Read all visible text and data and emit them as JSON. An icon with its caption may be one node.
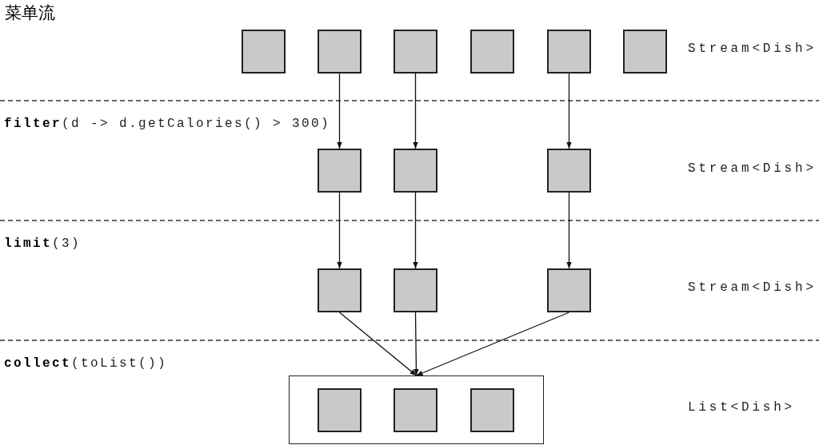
{
  "diagram": {
    "title": "菜单流",
    "nodes": [
      {
        "text": [],
        "shape": "box"
      },
      {
        "text": [],
        "shape": "box"
      },
      {
        "text": [],
        "shape": "box"
      },
      {
        "text": [],
        "shape": "box"
      },
      {
        "text": [],
        "shape": "box"
      },
      {
        "text": [],
        "shape": "box"
      },
      {
        "text": [],
        "shape": "box"
      },
      {
        "text": [],
        "shape": "box"
      },
      {
        "text": [],
        "shape": "box"
      },
      {
        "text": [],
        "shape": "box"
      },
      {
        "text": [],
        "shape": "box"
      },
      {
        "text": [],
        "shape": "box"
      },
      {
        "text": [],
        "shape": "box"
      },
      {
        "text": [],
        "shape": "box",
        "in": 12
      },
      {
        "text": [],
        "shape": "box",
        "in": 12
      },
      {
        "text": [],
        "shape": "box",
        "in": 12
      }
    ],
    "edges": [
      {
        "from": 1,
        "to": 6,
        "arrow": "to"
      },
      {
        "from": 2,
        "to": 7,
        "arrow": "to"
      },
      {
        "from": 4,
        "to": 8,
        "arrow": "to"
      },
      {
        "from": 6,
        "to": 9,
        "arrow": "to"
      },
      {
        "from": 7,
        "to": 10,
        "arrow": "to"
      },
      {
        "from": 8,
        "to": 11,
        "arrow": "to"
      },
      {
        "from": 9,
        "to": 12,
        "arrow": "to"
      },
      {
        "from": 10,
        "to": 12,
        "arrow": "to"
      },
      {
        "from": 11,
        "to": 12,
        "arrow": "to"
      }
    ],
    "labels": [
      "Stream<Dish>",
      "**filter**(d -> d.getCalories() > 300)",
      "Stream<Dish>",
      "**limit**(3)",
      "Stream<Dish>",
      "**collect**(toList())",
      "List<Dish>"
    ]
  }
}
